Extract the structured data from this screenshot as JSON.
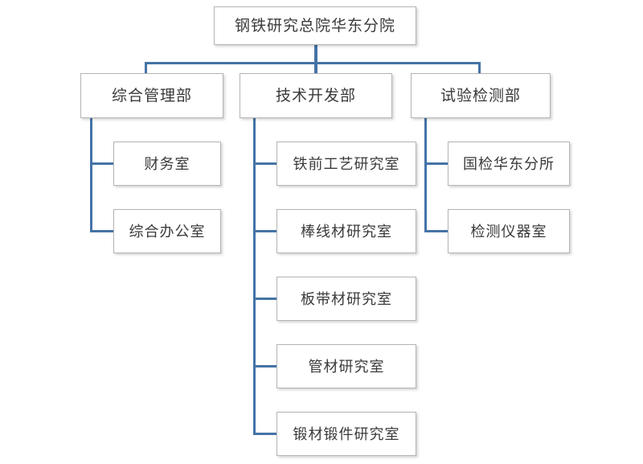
{
  "diagram": {
    "type": "organization-chart",
    "title_text": "钢铁研究总院华东分院",
    "colors": {
      "connector": "#4573a7",
      "box_border": "#b4b4b4",
      "box_fill": "#ffffff",
      "text": "#3a3a3a",
      "background": "#ffffff"
    },
    "root": {
      "label": "钢铁研究总院华东分院"
    },
    "departments": [
      {
        "label": "综合管理部",
        "children": [
          {
            "label": "财务室"
          },
          {
            "label": "综合办公室"
          }
        ]
      },
      {
        "label": "技术开发部",
        "children": [
          {
            "label": "铁前工艺研究室"
          },
          {
            "label": "棒线材研究室"
          },
          {
            "label": "板带材研究室"
          },
          {
            "label": "管材研究室"
          },
          {
            "label": "锻材锻件研究室"
          }
        ]
      },
      {
        "label": "试验检测部",
        "children": [
          {
            "label": "国检华东分所"
          },
          {
            "label": "检测仪器室"
          }
        ]
      }
    ]
  }
}
